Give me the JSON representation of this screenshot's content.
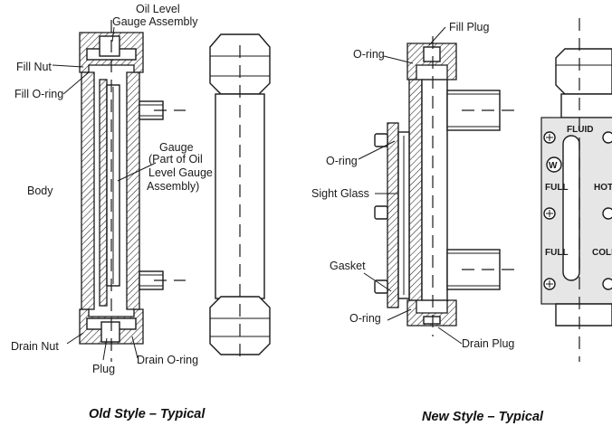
{
  "old_style": {
    "caption": "Old Style – Typical",
    "labels": {
      "oil_level_gauge_assembly_1": "Oil Level",
      "oil_level_gauge_assembly_2": "Gauge Assembly",
      "fill_nut": "Fill Nut",
      "fill_o_ring": "Fill O-ring",
      "gauge_1": "Gauge",
      "gauge_2": "(Part of Oil",
      "gauge_3": "Level Gauge",
      "gauge_4": "Assembly)",
      "body": "Body",
      "drain_nut": "Drain Nut",
      "plug": "Plug",
      "drain_o_ring": "Drain O-ring"
    }
  },
  "new_style": {
    "caption": "New Style – Typical",
    "labels": {
      "fill_plug": "Fill Plug",
      "o_ring_top": "O-ring",
      "o_ring_mid": "O-ring",
      "sight_glass": "Sight Glass",
      "gasket": "Gasket",
      "o_ring_bottom": "O-ring",
      "drain_plug": "Drain Plug"
    },
    "front_panel": {
      "fluid": "FLUID",
      "full_hot": "FULL",
      "hot": "HOT",
      "full_cold": "FULL",
      "cold": "COLD"
    }
  }
}
